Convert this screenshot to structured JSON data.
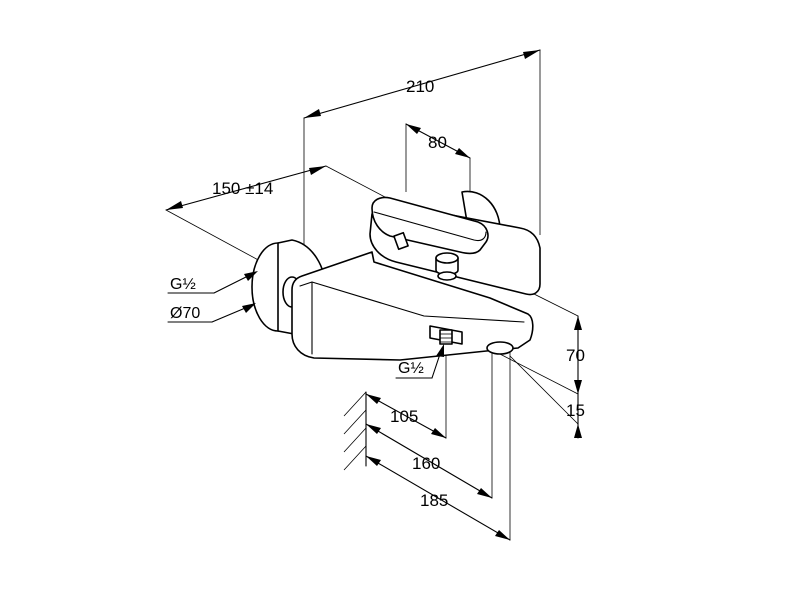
{
  "dimensions": {
    "overall_width": "210",
    "handle_width": "80",
    "wall_distance": "150 ±14",
    "outlet_height": "70",
    "outlet_offset": "15",
    "depth_105": "105",
    "depth_160": "160",
    "depth_185": "185"
  },
  "labels": {
    "wall_thread": "G½",
    "escutcheon_diameter": "Ø70",
    "outlet_thread": "G½"
  }
}
